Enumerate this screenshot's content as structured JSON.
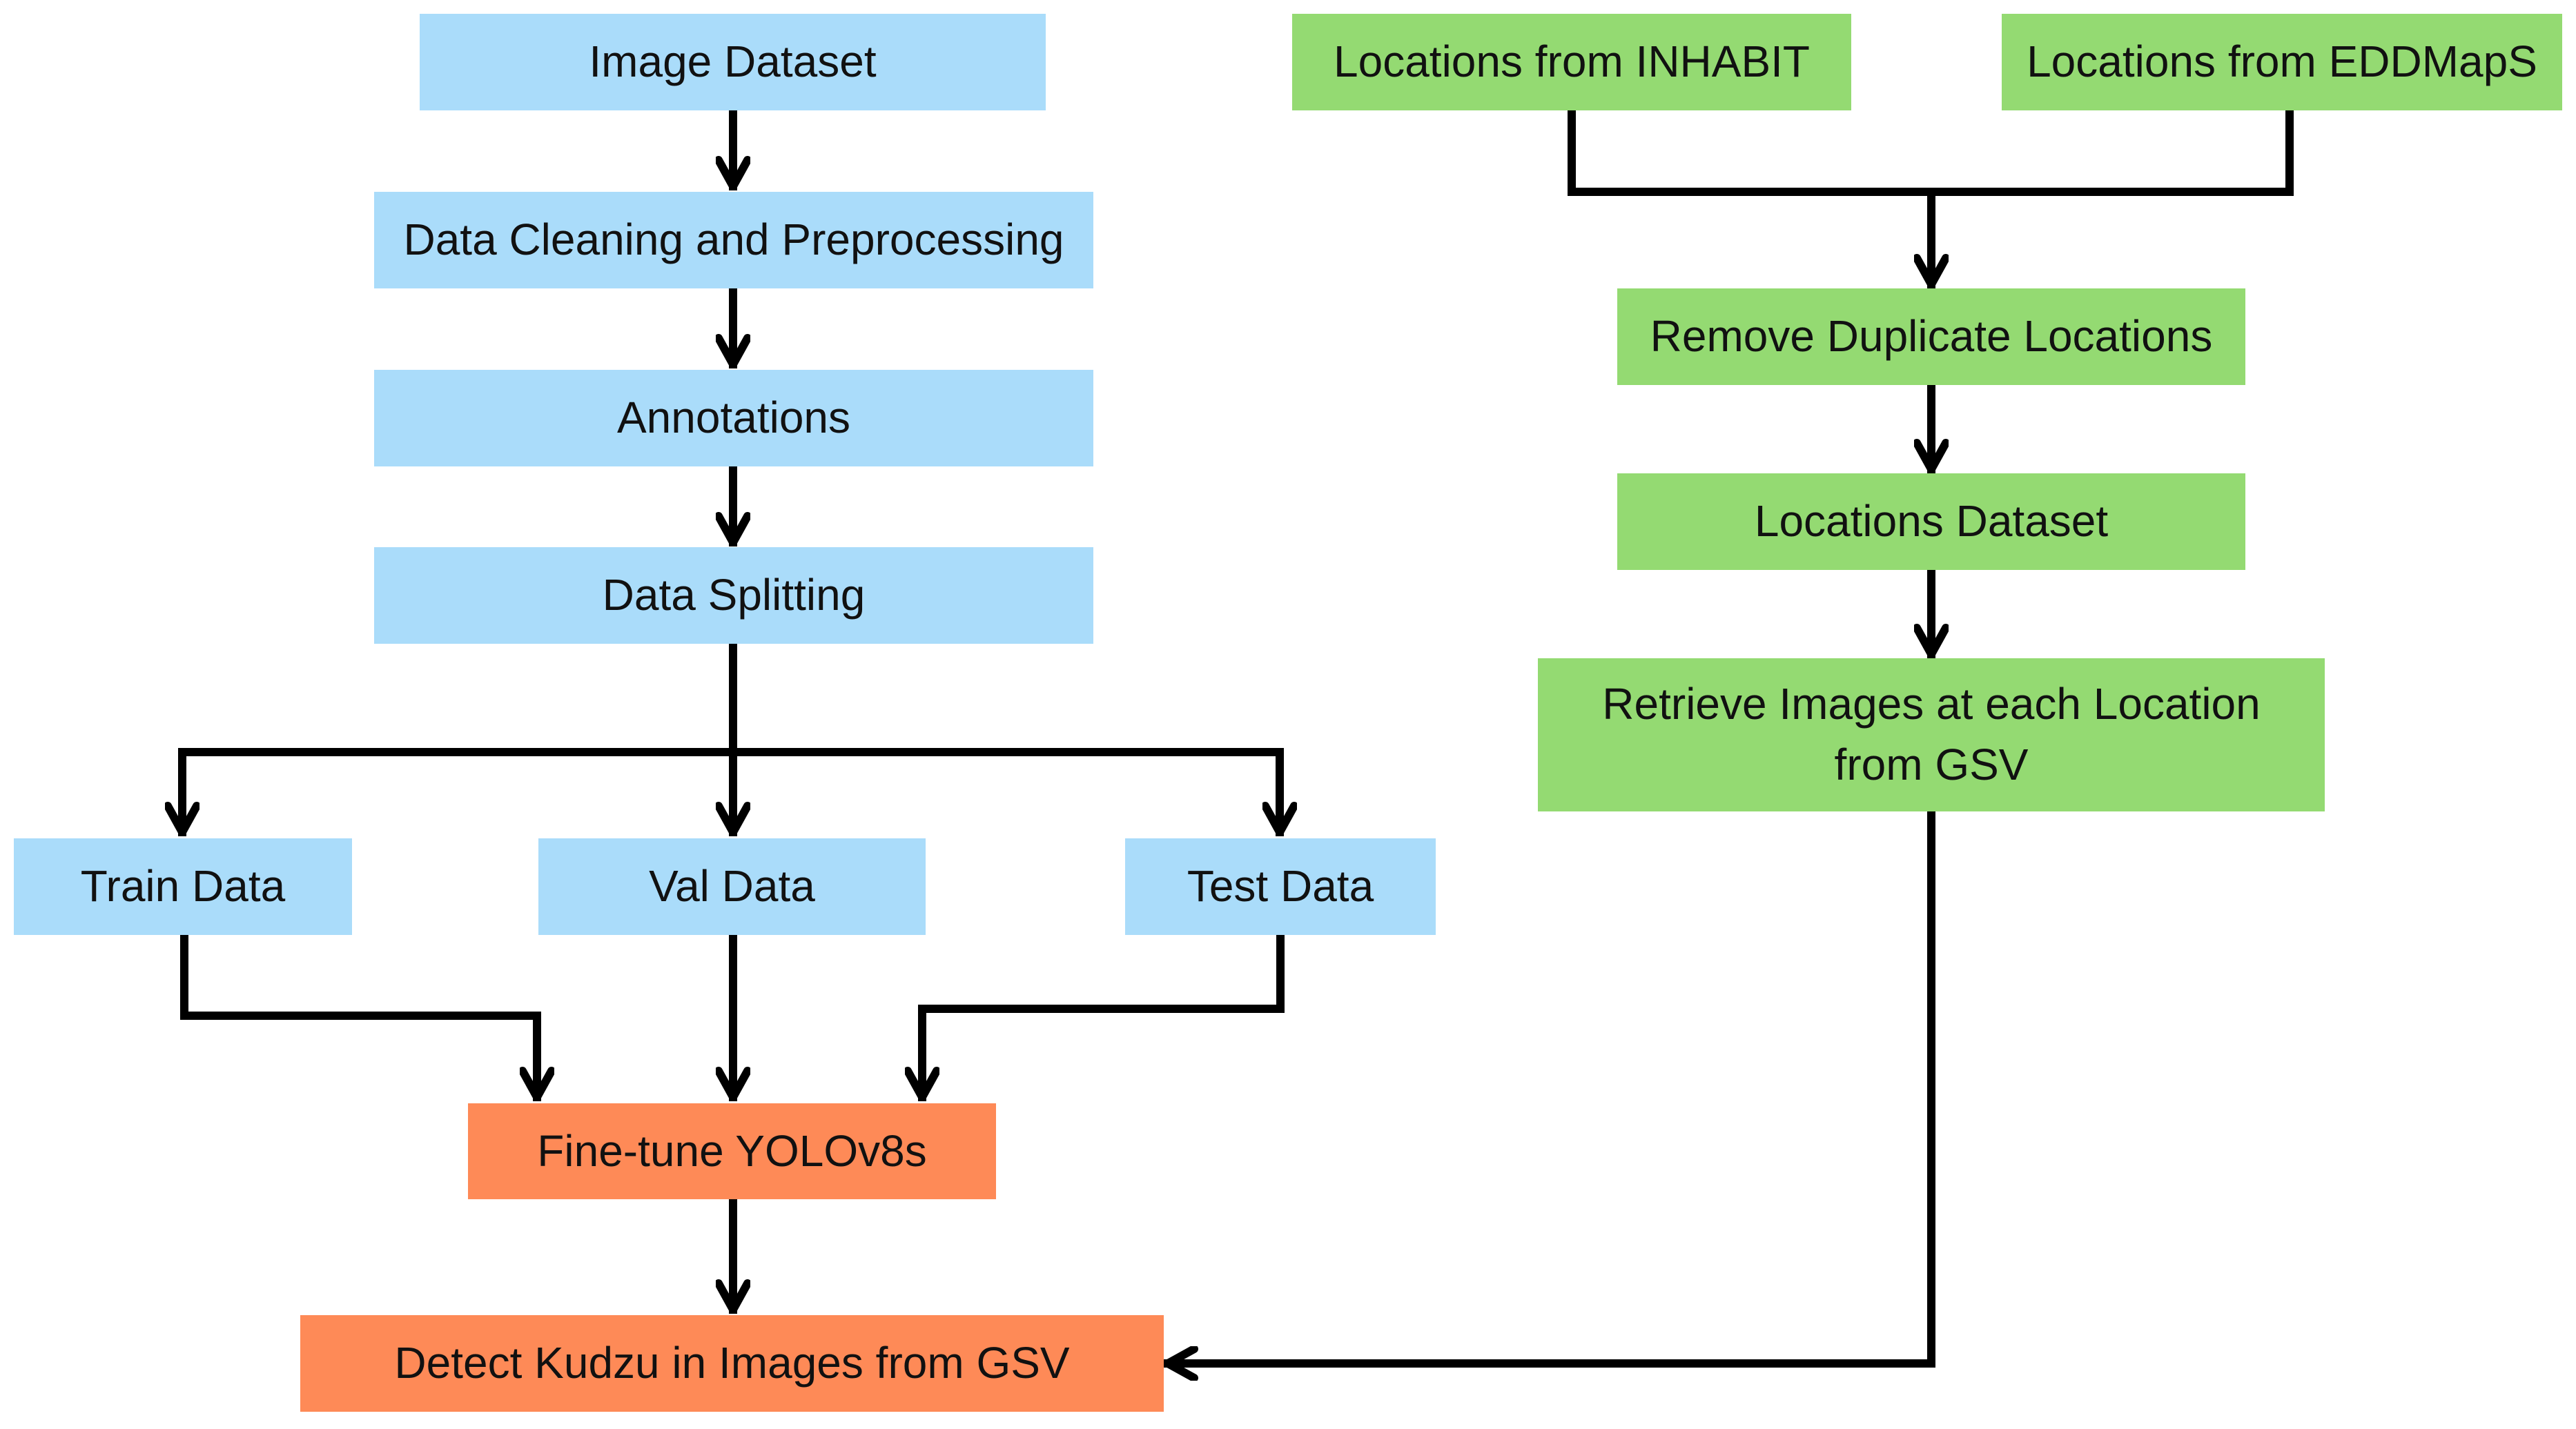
{
  "colors": {
    "blue": "#aadcfa",
    "green": "#94da72",
    "orange": "#fe8a57",
    "edge": "#000000"
  },
  "nodes": {
    "image_dataset": "Image Dataset",
    "data_cleaning": "Data Cleaning and Preprocessing",
    "annotations": "Annotations",
    "data_splitting": "Data Splitting",
    "train_data": "Train Data",
    "val_data": "Val Data",
    "test_data": "Test Data",
    "finetune": "Fine-tune YOLOv8s",
    "detect": "Detect Kudzu in Images from GSV",
    "loc_inhabit": "Locations from INHABIT",
    "loc_eddmaps": "Locations from EDDMapS",
    "remove_dup": "Remove Duplicate Locations",
    "loc_dataset": "Locations Dataset",
    "retrieve_line1": "Retrieve Images at each Location",
    "retrieve_line2": "from GSV"
  },
  "edges": [
    {
      "from": "image_dataset",
      "to": "data_cleaning"
    },
    {
      "from": "data_cleaning",
      "to": "annotations"
    },
    {
      "from": "annotations",
      "to": "data_splitting"
    },
    {
      "from": "data_splitting",
      "to": "train_data"
    },
    {
      "from": "data_splitting",
      "to": "val_data"
    },
    {
      "from": "data_splitting",
      "to": "test_data"
    },
    {
      "from": "train_data",
      "to": "finetune"
    },
    {
      "from": "val_data",
      "to": "finetune"
    },
    {
      "from": "test_data",
      "to": "finetune"
    },
    {
      "from": "finetune",
      "to": "detect"
    },
    {
      "from": "loc_inhabit",
      "to": "remove_dup"
    },
    {
      "from": "loc_eddmaps",
      "to": "remove_dup"
    },
    {
      "from": "remove_dup",
      "to": "loc_dataset"
    },
    {
      "from": "loc_dataset",
      "to": "retrieve"
    },
    {
      "from": "retrieve",
      "to": "detect"
    }
  ]
}
